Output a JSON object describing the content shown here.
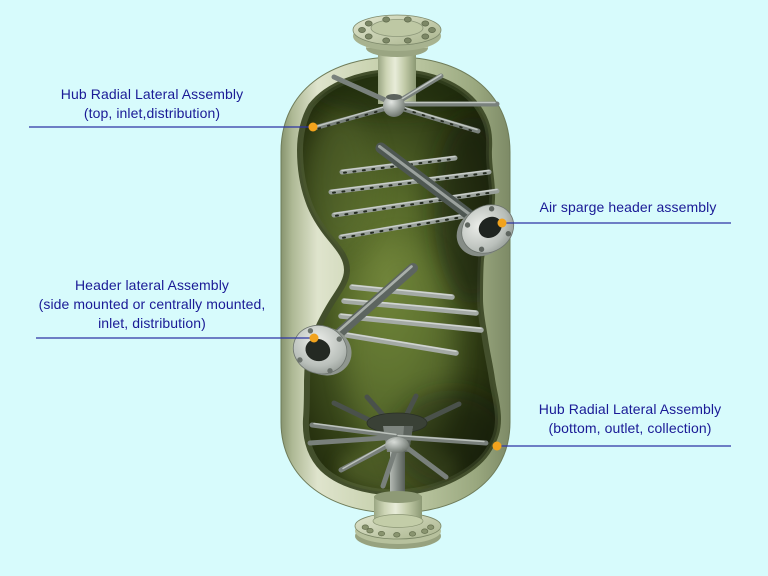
{
  "colors": {
    "background": "#d7fbfc",
    "label_text": "#1a1a96",
    "leader_line": "#2e34a4",
    "leader_dot": "#f2a31d",
    "vessel_shell_light": "#dfe4cd",
    "vessel_shell_mid": "#ccd5b4",
    "vessel_interior_green": "#3d4c1d",
    "pipe_metal": "#99a09a"
  },
  "callouts": [
    {
      "id": "top-hub-assembly",
      "lines": [
        "Hub Radial Lateral Assembly",
        "(top, inlet,distribution)"
      ]
    },
    {
      "id": "air-sparge-header",
      "lines": [
        "Air sparge header assembly"
      ]
    },
    {
      "id": "header-lateral-assembly",
      "lines": [
        "Header lateral Assembly",
        "(side mounted or centrally mounted,",
        "inlet, distribution)"
      ]
    },
    {
      "id": "bottom-hub-assembly",
      "lines": [
        "Hub Radial Lateral Assembly",
        "(bottom, outlet, collection)"
      ]
    }
  ]
}
